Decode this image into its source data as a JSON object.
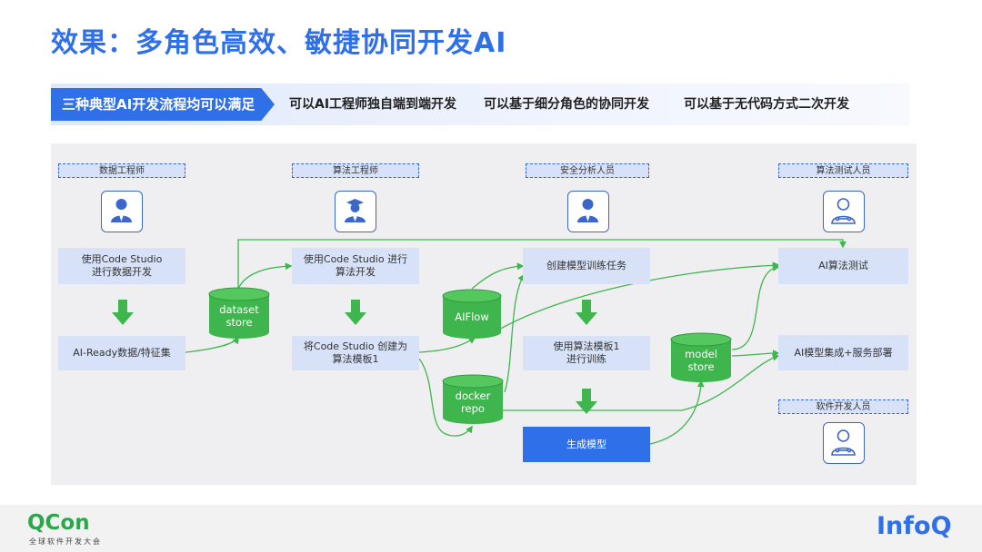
{
  "title": "效果：多角色高效、敏捷协同开发AI",
  "bar": {
    "main": "三种典型AI开发流程均可以满足",
    "item1": "可以AI工程师独自端到端开发",
    "item2": "可以基于细分角色的协同开发",
    "item3": "可以基于无代码方式二次开发"
  },
  "roles": {
    "data_engineer": "数据工程师",
    "algo_engineer": "算法工程师",
    "security_analyst": "安全分析人员",
    "algo_tester": "算法测试人员",
    "software_dev": "软件开发人员"
  },
  "boxes": {
    "data_dev": "使用Code Studio\n进行数据开发",
    "ai_ready": "AI-Ready数据/特征集",
    "algo_dev": "使用Code Studio 进行\n算法开发",
    "create_template": "将Code Studio 创建为\n算法模板1",
    "create_task": "创建模型训练任务",
    "train": "使用算法模板1\n进行训练",
    "gen_model": "生成模型",
    "algo_test": "AI算法测试",
    "deploy": "AI模型集成+服务部署"
  },
  "stores": {
    "dataset": "dataset\nstore",
    "aiflow": "AIFlow",
    "docker": "docker\nrepo",
    "model": "model\nstore"
  },
  "icons": {
    "person": "person-icon",
    "graduate": "graduate-icon",
    "tester": "wrench-person-icon"
  },
  "colors": {
    "accent": "#2f6fe8",
    "green": "#3fb64d",
    "box": "#d7e2f8"
  },
  "footer": {
    "left_logo": "QCon",
    "left_sub": "全球软件开发大会",
    "right_logo": "InfoQ"
  }
}
